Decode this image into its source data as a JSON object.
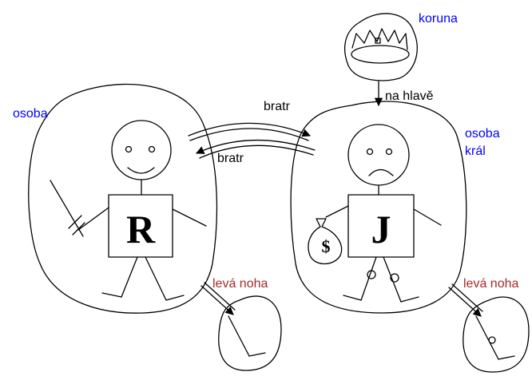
{
  "colors": {
    "class_label": "#0000ff",
    "part_label": "#a52a2a",
    "ink": "#000000"
  },
  "labels": {
    "crown_class": "koruna",
    "on_head": "na hlavě",
    "left_person_class": "osoba",
    "right_person_class": "osoba",
    "right_person_role": "král",
    "brother_top": "bratr",
    "brother_bottom": "bratr",
    "left_leg_left": "levá noha",
    "left_leg_right": "levá noha"
  },
  "figures": {
    "left_letter": "R",
    "right_letter": "J",
    "money_bag_symbol": "$"
  },
  "icons": {
    "crown": "crown-icon",
    "sword": "sword-icon",
    "money_bag": "money-bag-icon"
  }
}
